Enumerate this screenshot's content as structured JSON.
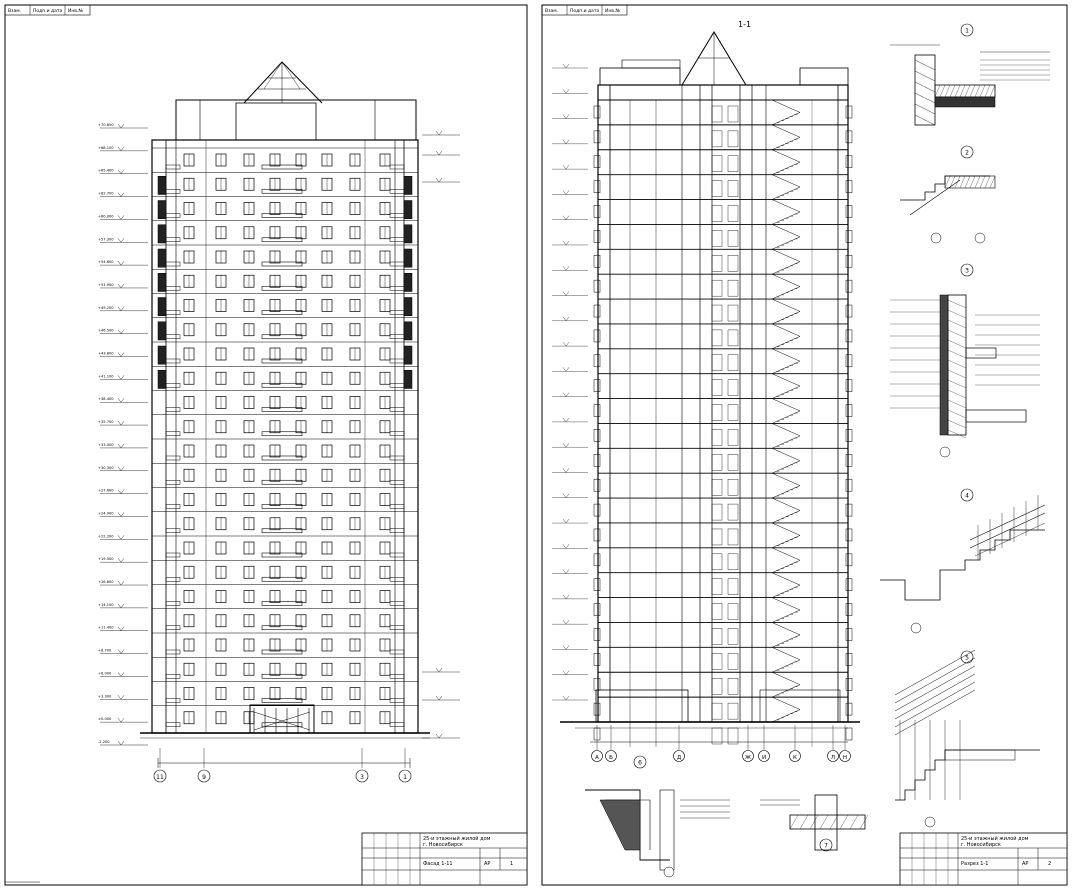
{
  "sheet_left": {
    "tab_labels": [
      "Взам.",
      "Подп.и дата",
      "Инв.№"
    ],
    "elevation_marks": [
      "+70.850",
      "+68.100",
      "+65.400",
      "+62.700",
      "+60.000",
      "+57.300",
      "+54.600",
      "+51.900",
      "+49.200",
      "+46.500",
      "+43.800",
      "+41.100",
      "+38.400",
      "+35.700",
      "+33.000",
      "+30.300",
      "+27.600",
      "+24.900",
      "+22.200",
      "+19.500",
      "+16.800",
      "+14.100",
      "+11.400",
      "+8.700",
      "+6.000",
      "+3.300",
      "±0.000",
      "-1.200"
    ],
    "axis_labels": [
      "11",
      "9",
      "3",
      "1"
    ],
    "title_block": {
      "project": "25-и этажный жилой дом",
      "address": "г. Новосибирск",
      "sheet_name": "Фасад 1-11",
      "stage": "АР",
      "sheet_no": "1"
    }
  },
  "sheet_right": {
    "tab_labels": [
      "Взам.",
      "Подп.и дата",
      "Инв.№"
    ],
    "section_title": "1-1",
    "axis_labels": [
      "А",
      "Б",
      "Д",
      "Ж",
      "И",
      "К",
      "Л",
      "Н"
    ],
    "detail_numbers": [
      "1",
      "2",
      "3",
      "4",
      "5",
      "6",
      "7"
    ],
    "title_block": {
      "project": "25-и этажный жилой дом",
      "address": "г. Новосибирск",
      "sheet_name": "Разрез 1-1",
      "stage": "АР",
      "sheet_no": "2"
    }
  }
}
